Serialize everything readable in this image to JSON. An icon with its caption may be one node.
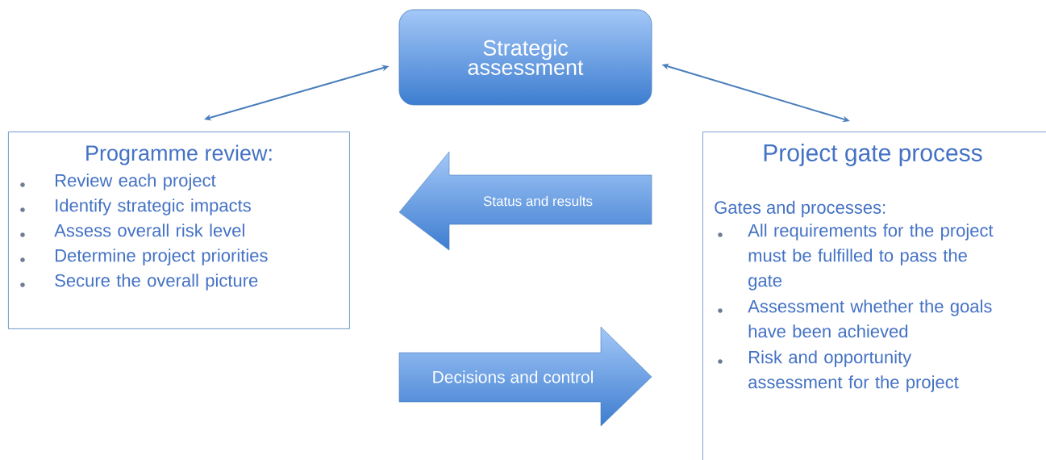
{
  "diagram": {
    "nodes": [
      {
        "text": [
          "Strategic assessment"
        ]
      },
      {
        "text": [
          "Programme review:",
          "Review each project",
          "Identify strategic impacts",
          "Assess overall risk level",
          "Determine project priorities",
          "Secure the overall picture"
        ]
      },
      {
        "text": [
          "Status and results"
        ]
      },
      {
        "text": [
          "Project gate process",
          "Gates and processes:",
          "All requirements for the project must be fulfilled to pass the gate",
          "Assessment whether the goals have been achieved",
          "Risk and opportunity assessment for the project"
        ]
      },
      {
        "text": [
          "Decisions and control"
        ]
      }
    ],
    "edges": [
      {
        "from": 0,
        "to": 1,
        "arrow": "both"
      },
      {
        "from": 0,
        "to": 3,
        "arrow": "both"
      }
    ]
  }
}
